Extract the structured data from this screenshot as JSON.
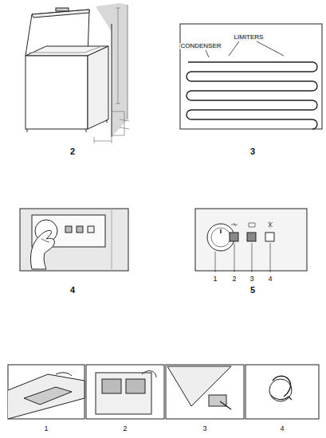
{
  "diagram": {
    "labels": [
      "2",
      "3",
      "CONDENSER",
      "LIMITERS",
      "4",
      "5",
      "1",
      "2",
      "3",
      "4",
      "1",
      "2",
      "3",
      "4"
    ]
  }
}
